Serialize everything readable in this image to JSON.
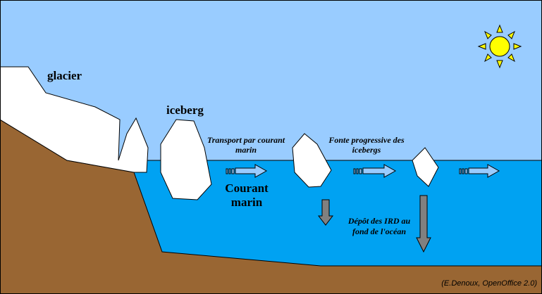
{
  "labels": {
    "glacier": "glacier",
    "iceberg": "iceberg",
    "transport_line1": "Transport par courant",
    "transport_line2": "marin",
    "courant_line1": "Courant",
    "courant_line2": "marin",
    "fonte_line1": "Fonte progressive des",
    "fonte_line2": "icebergs",
    "depot_line1": "Dépôt des IRD au",
    "depot_line2": "fond de l'océan",
    "credit": "(E.Denoux, OpenOffice 2.0)"
  },
  "colors": {
    "sky": "#99ccff",
    "ocean": "#00a2f2",
    "ground": "#996633",
    "ice": "#ffffff",
    "sun": "#ffff00",
    "current_arrow": "#99ccff",
    "deposit_arrow": "#808080"
  },
  "icons": [
    "sun-icon",
    "current-arrow-icon",
    "deposit-arrow-icon"
  ]
}
